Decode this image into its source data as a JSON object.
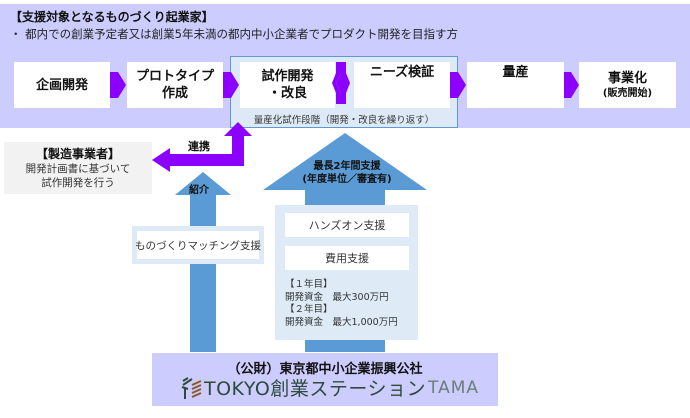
{
  "target": {
    "title": "【支援対象となるものづくり起業家】",
    "description": "・ 都内での創業予定者又は創業5年未満の都内中小企業者でプロダクト開発を目指す方"
  },
  "process_steps": [
    {
      "label": "企画開発",
      "sub": ""
    },
    {
      "label": "プロトタイプ作成",
      "line1": "プロトタイプ",
      "line2": "作成",
      "sub": ""
    },
    {
      "label": "試作開発・改良",
      "line1": "試作開発",
      "line2": "・改良",
      "sub": ""
    },
    {
      "label": "ニーズ検証",
      "sub": ""
    },
    {
      "label": "量産",
      "sub": ""
    },
    {
      "label": "事業化",
      "sub": "(販売開始)"
    }
  ],
  "prototype_stage_label": "量産化試作段階（開発・改良を繰り返す）",
  "manufacturer": {
    "title": "【製造事業者】",
    "line1": "開発計画書に基づいて",
    "line2": "試作開発を行う"
  },
  "links": {
    "collaboration": "連携",
    "introduction": "紹介"
  },
  "matching_support": "ものづくりマッチング支援",
  "max_support": {
    "line1": "最長2年間支援",
    "line2": "(年度単位／審査有)"
  },
  "support_items": [
    "ハンズオン支援",
    "費用支援"
  ],
  "funding": {
    "year1_label": "【１年目】",
    "year1_amount": "開発資金　最大300万円",
    "year2_label": "【２年目】",
    "year2_amount": "開発資金　最大1,000万円"
  },
  "organization": {
    "name": "（公財）東京都中小企業振興公社",
    "brand": "TOKYO創業ステーション",
    "brand_suffix": "TAMA"
  },
  "colors": {
    "panel_lavender": "#ccccff",
    "arrow_purple": "#8b00ff",
    "arrow_blue": "#5b9bd5",
    "light_blue": "#deebf7",
    "brand_green": "#2d4a3c"
  }
}
